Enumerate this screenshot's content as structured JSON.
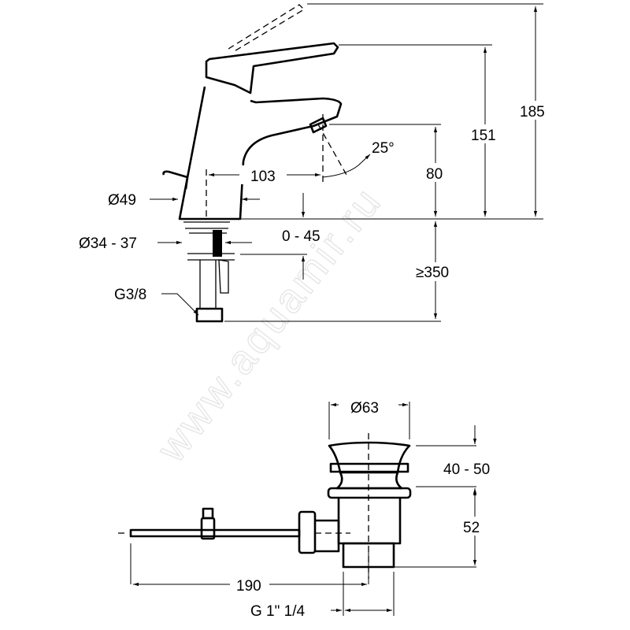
{
  "watermark": "www.aquamir.ru",
  "faucet": {
    "height_total": "185",
    "height_lever": "151",
    "height_spout": "80",
    "spout_reach": "103",
    "spray_angle": "25°",
    "body_diameter": "Ø49",
    "hole_diameter": "Ø34 - 37",
    "deck_thickness": "0 - 45",
    "hose_length": "≥350",
    "connection": "G3/8"
  },
  "drain": {
    "cap_diameter": "Ø63",
    "stroke": "40 - 50",
    "body_height": "52",
    "rod_length": "190",
    "thread": "G 1\" 1/4"
  }
}
